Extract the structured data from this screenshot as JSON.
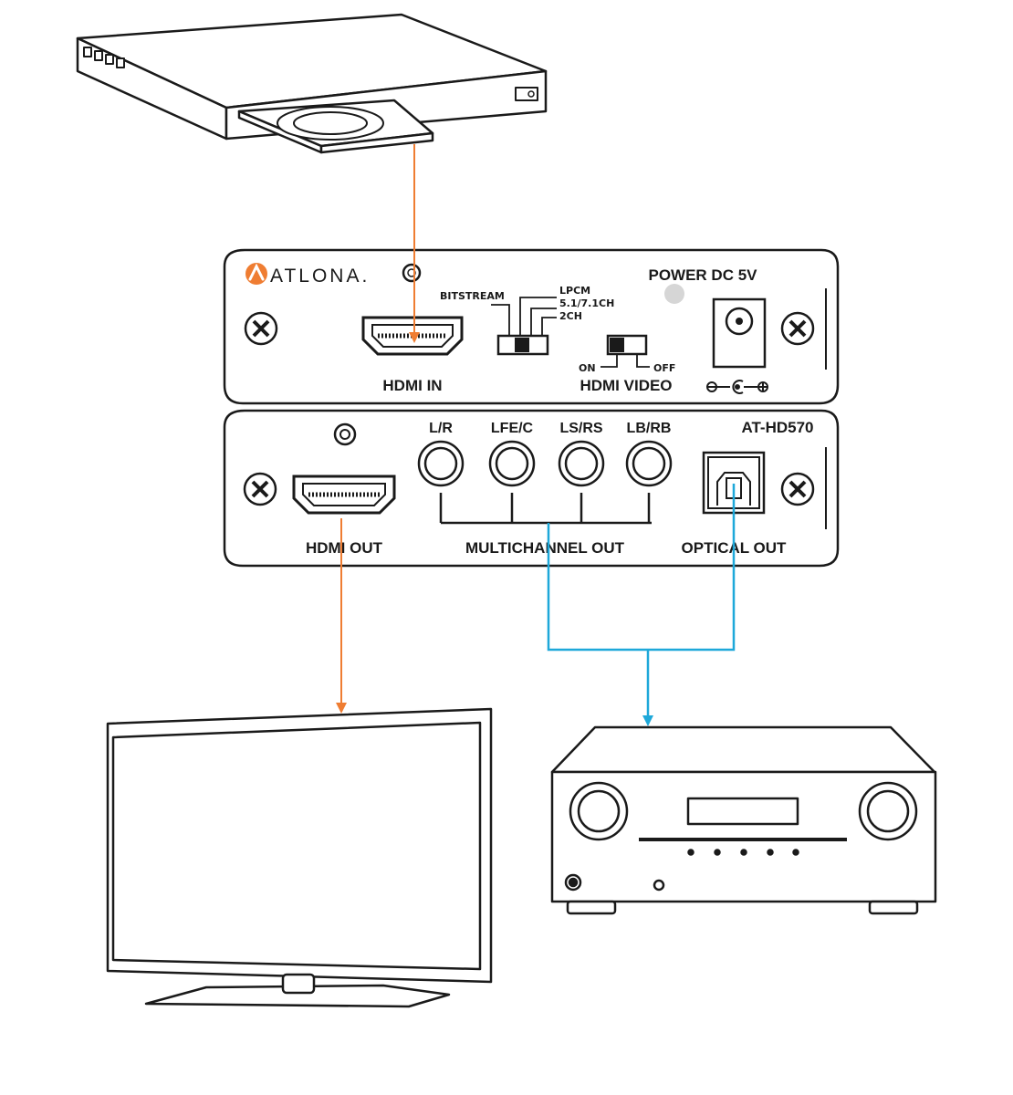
{
  "colors": {
    "hdmi_cable": "#ef7d32",
    "audio_cable": "#1ea8d9",
    "brand": "#ef7d32",
    "outline": "#1a1a1a",
    "power_led": "#d6d6d6"
  },
  "devices": {
    "source": {
      "icon": "bluray-player-icon"
    },
    "display": {
      "icon": "tv-icon"
    },
    "receiver": {
      "icon": "av-receiver-icon"
    }
  },
  "converter": {
    "brand": "ATLONA.",
    "model": "AT-HD570",
    "front": {
      "hdmi_in": "HDMI IN",
      "power": "POWER DC 5V",
      "audio_switch": {
        "bitstream": "BITSTREAM",
        "lpcm": "LPCM",
        "multichannel": "5.1/7.1CH",
        "stereo": "2CH"
      },
      "video_switch": {
        "label": "HDMI VIDEO",
        "on": "ON",
        "off": "OFF"
      }
    },
    "rear": {
      "hdmi_out": "HDMI OUT",
      "channels": [
        "L/R",
        "LFE/C",
        "LS/RS",
        "LB/RB"
      ],
      "multichannel_out": "MULTICHANNEL OUT",
      "optical_out": "OPTICAL OUT"
    }
  }
}
